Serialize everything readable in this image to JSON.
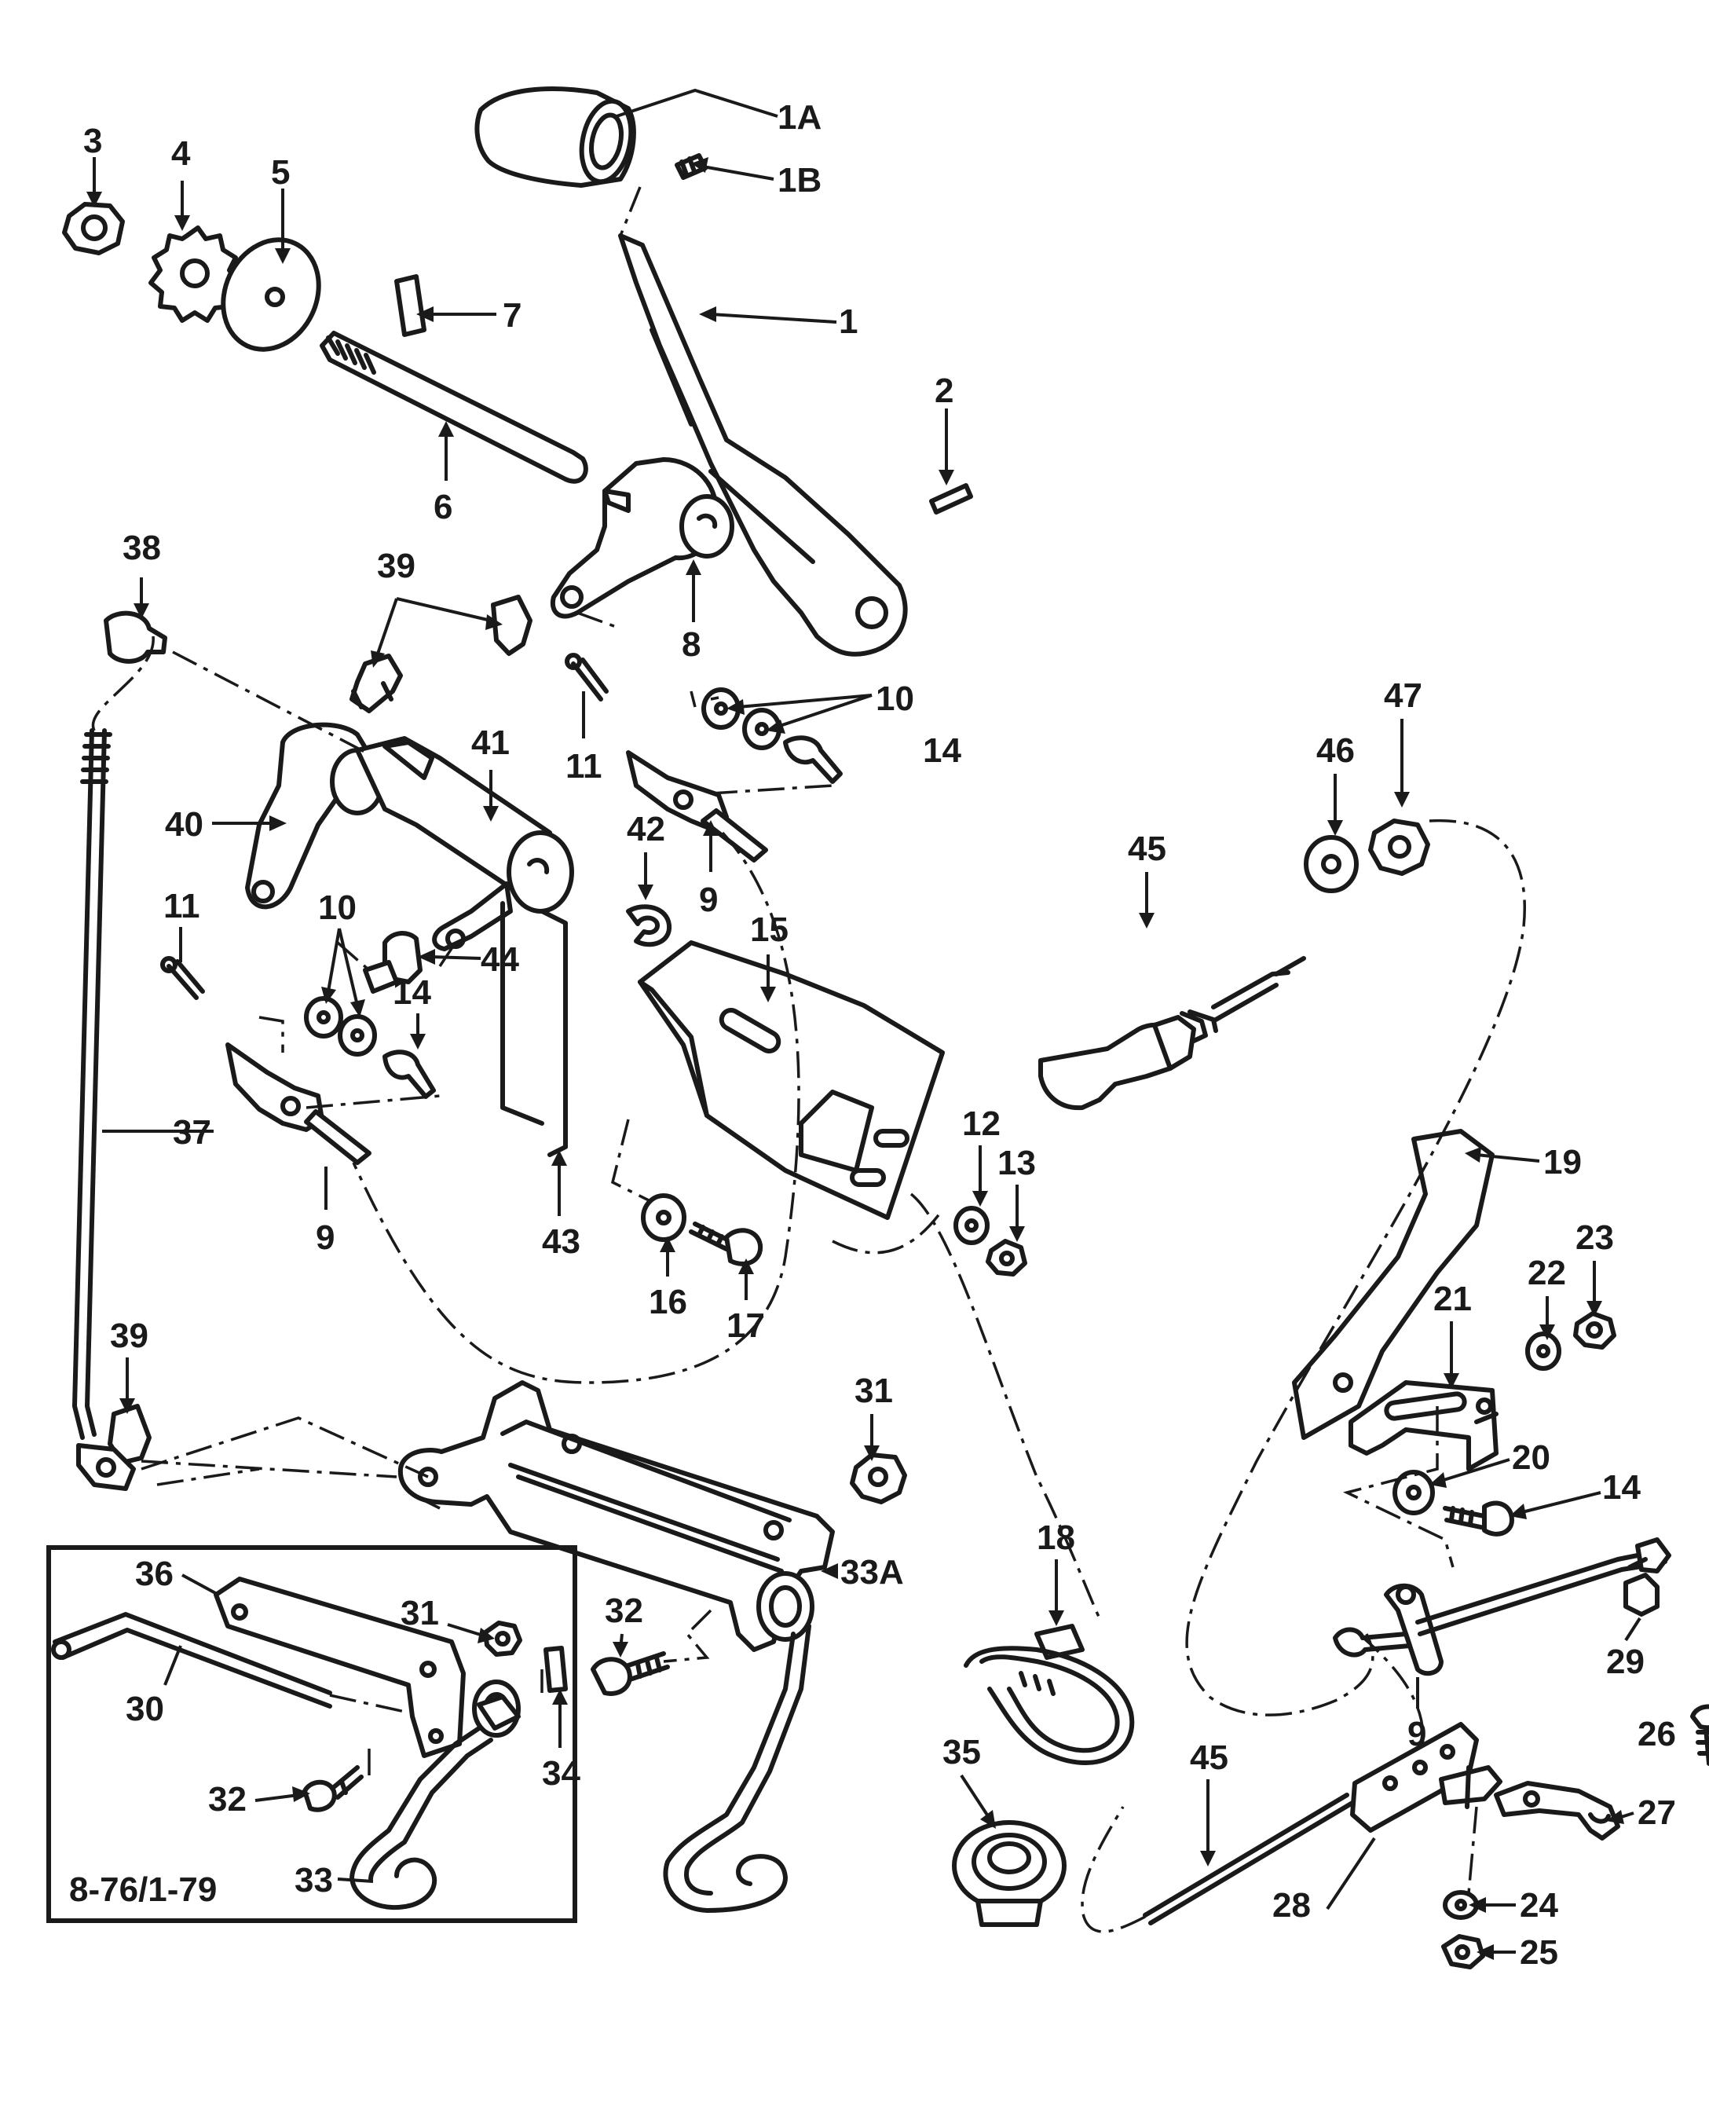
{
  "callouts": {
    "c1A": "1A",
    "c1B": "1B",
    "c1": "1",
    "c2": "2",
    "c3": "3",
    "c4": "4",
    "c5": "5",
    "c6": "6",
    "c7": "7",
    "c8": "8",
    "c38": "38",
    "c39a": "39",
    "c10a": "10",
    "c11a": "11",
    "c14a": "14",
    "c41": "41",
    "c40": "40",
    "c42": "42",
    "c9a": "9",
    "c45a": "45",
    "c46": "46",
    "c47": "47",
    "c15": "15",
    "c11b": "11",
    "c10b": "10",
    "c44": "44",
    "c14b": "14",
    "c37": "37",
    "c43": "43",
    "c12": "12",
    "c13": "13",
    "c9b": "9",
    "c16": "16",
    "c17": "17",
    "c19": "19",
    "c23": "23",
    "c22": "22",
    "c21": "21",
    "c39b": "39",
    "c31a": "31",
    "c20": "20",
    "c14c": "14",
    "c33A": "33A",
    "c36": "36",
    "c31b": "31",
    "c18": "18",
    "c29": "29",
    "c30": "30",
    "c32a": "32",
    "c32b": "32",
    "c9c": "9",
    "c26": "26",
    "c33": "33",
    "c34": "34",
    "c35": "35",
    "c45b": "45",
    "c27": "27",
    "c24": "24",
    "c28": "28",
    "c25": "25"
  },
  "inset": {
    "label": "8-76/1-79"
  }
}
